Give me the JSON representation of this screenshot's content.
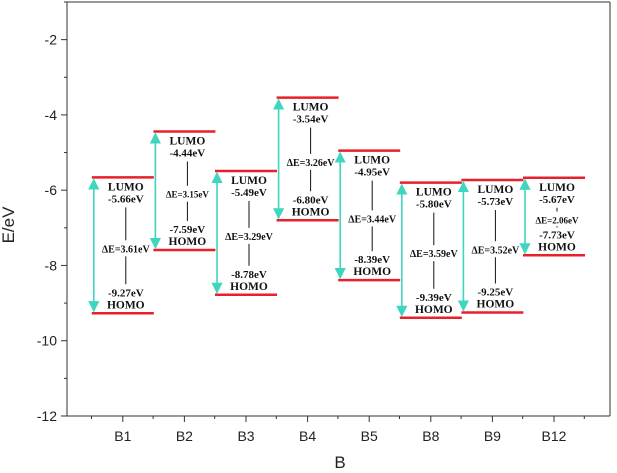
{
  "chart_data": {
    "type": "energy-level",
    "xlabel": "B",
    "ylabel": "E/eV",
    "ylim": [
      -12,
      -1
    ],
    "yticks": [
      -2,
      -4,
      -6,
      -8,
      -10,
      -12
    ],
    "categories": [
      "B1",
      "B2",
      "B3",
      "B4",
      "B5",
      "B8",
      "B9",
      "B12"
    ],
    "lumo_label": "LUMO",
    "homo_label": "HOMO",
    "levels": [
      {
        "name": "B1",
        "lumo": -5.66,
        "homo": -9.27,
        "lumo_text": "-5.66eV",
        "homo_text": "-9.27eV",
        "gap_text": "ΔE=3.61eV"
      },
      {
        "name": "B2",
        "lumo": -4.44,
        "homo": -7.59,
        "lumo_text": "-4.44eV",
        "homo_text": "-7.59eV",
        "gap_text": "ΔE=3.15eV"
      },
      {
        "name": "B3",
        "lumo": -5.49,
        "homo": -8.78,
        "lumo_text": "-5.49eV",
        "homo_text": "-8.78eV",
        "gap_text": "ΔE=3.29eV"
      },
      {
        "name": "B4",
        "lumo": -3.54,
        "homo": -6.8,
        "lumo_text": "-3.54eV",
        "homo_text": "-6.80eV",
        "gap_text": "ΔE=3.26eV"
      },
      {
        "name": "B5",
        "lumo": -4.95,
        "homo": -8.39,
        "lumo_text": "-4.95eV",
        "homo_text": "-8.39eV",
        "gap_text": "ΔE=3.44eV"
      },
      {
        "name": "B8",
        "lumo": -5.8,
        "homo": -9.39,
        "lumo_text": "-5.80eV",
        "homo_text": "-9.39eV",
        "gap_text": "ΔE=3.59eV"
      },
      {
        "name": "B9",
        "lumo": -5.73,
        "homo": -9.25,
        "lumo_text": "-5.73eV",
        "homo_text": "-9.25eV",
        "gap_text": "ΔE=3.52eV"
      },
      {
        "name": "B12",
        "lumo": -5.67,
        "homo": -7.73,
        "lumo_text": "-5.67eV",
        "homo_text": "-7.73eV",
        "gap_text": "ΔE=2.06eV"
      }
    ],
    "colors": {
      "level_line": "#e8202a",
      "gap_arrow": "#3fd6c0",
      "axis": "#333333"
    }
  }
}
